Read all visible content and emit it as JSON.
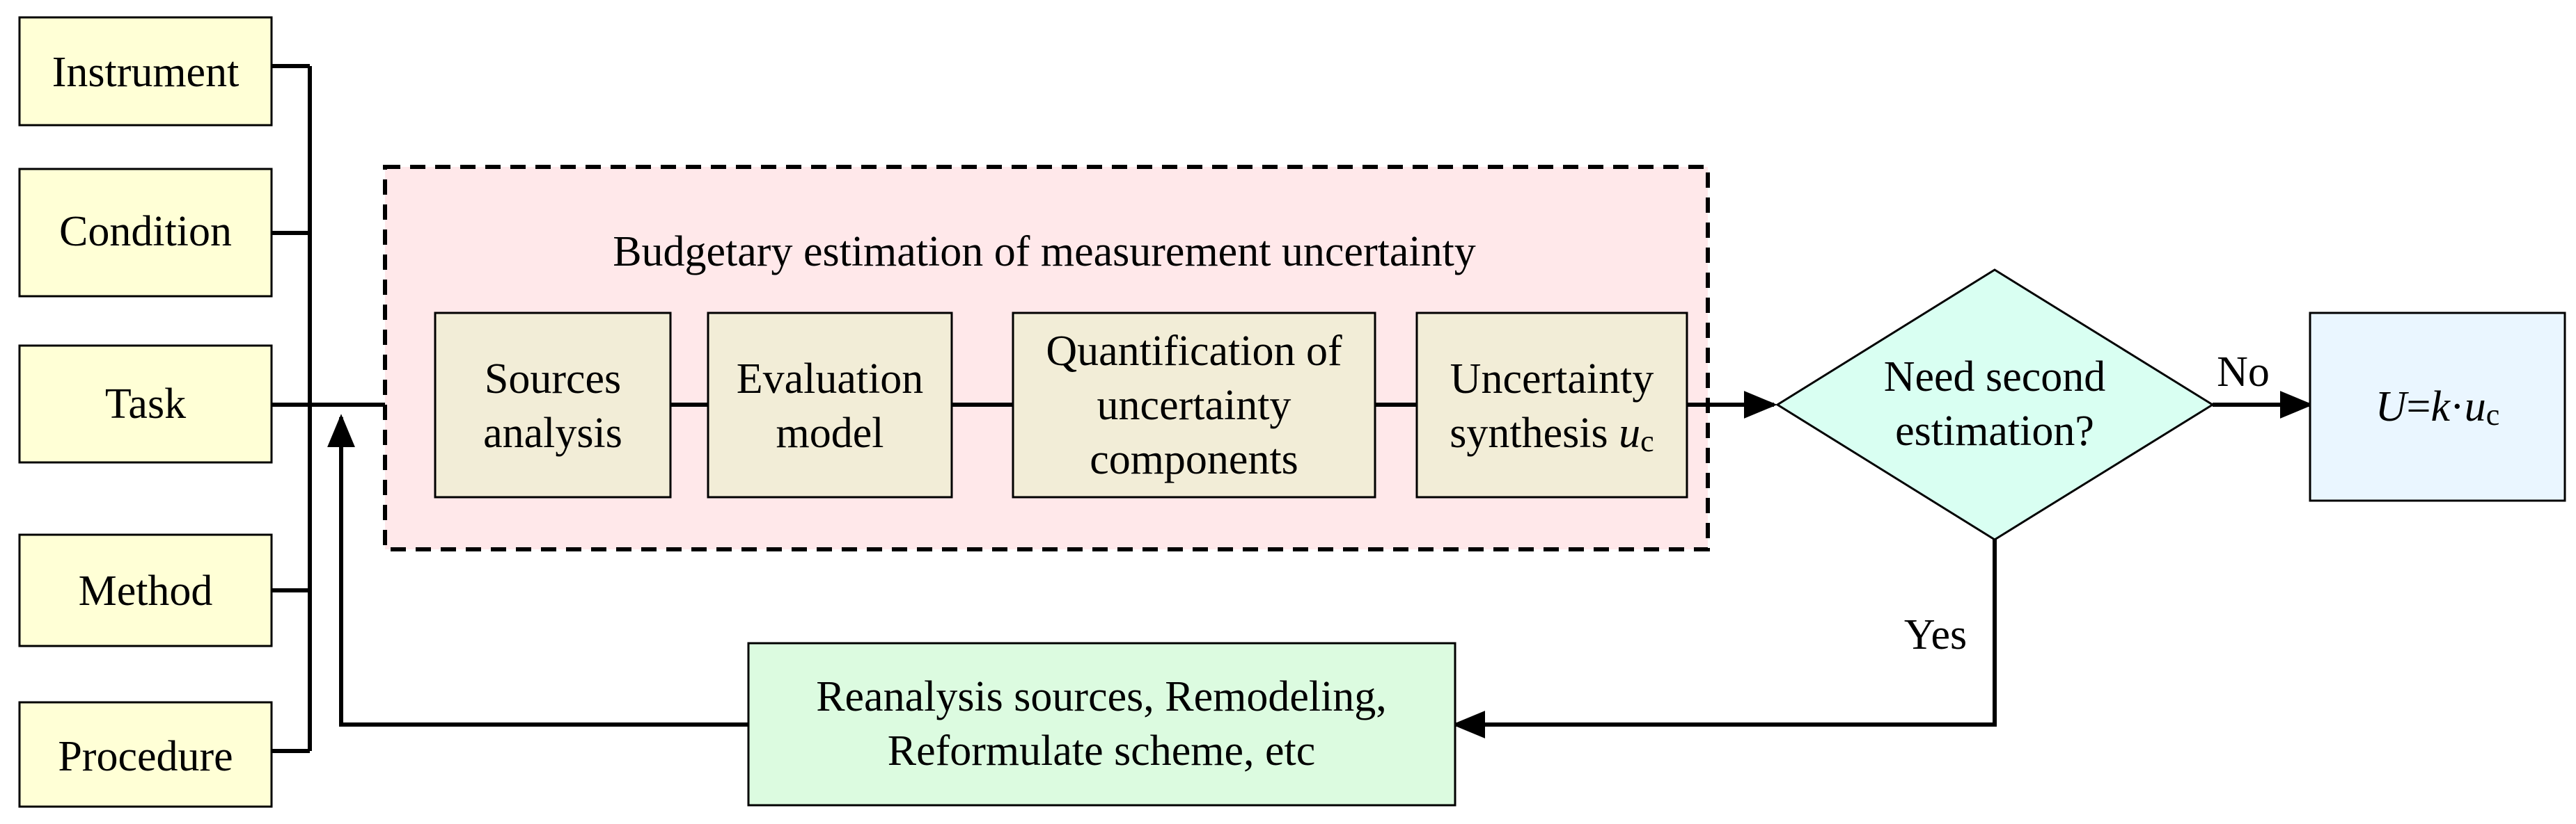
{
  "inputs": {
    "instrument": "Instrument",
    "condition": "Condition",
    "task": "Task",
    "method": "Method",
    "procedure": "Procedure"
  },
  "budget_box": {
    "title": "Budgetary estimation of measurement uncertainty",
    "steps": {
      "sources": {
        "line1": "Sources",
        "line2": "analysis"
      },
      "evaluation": {
        "line1": "Evaluation",
        "line2": "model"
      },
      "quantification": {
        "line1": "Quantification of",
        "line2": "uncertainty",
        "line3": "components"
      },
      "synthesis": {
        "line1": "Uncertainty",
        "line2_text": "synthesis ",
        "line2_var": "u",
        "line2_sub": "c"
      }
    }
  },
  "decision": {
    "line1": "Need second",
    "line2": "estimation?"
  },
  "branch_labels": {
    "no": "No",
    "yes": "Yes"
  },
  "result": {
    "U": "U",
    "eq": "=",
    "k": "k",
    "dot": "·",
    "u": "u",
    "sub": "c"
  },
  "rework": {
    "line1": "Reanalysis sources, Remodeling,",
    "line2": "Reformulate scheme, etc"
  },
  "colors": {
    "input_fill": "#FFFFD6",
    "budget_fill": "#FFE8EA",
    "step_fill": "#F2EDD7",
    "decision_fill": "#D9FFF2",
    "result_fill": "#EAF6FF",
    "rework_fill": "#DCFBE0",
    "stroke": "#000000"
  }
}
